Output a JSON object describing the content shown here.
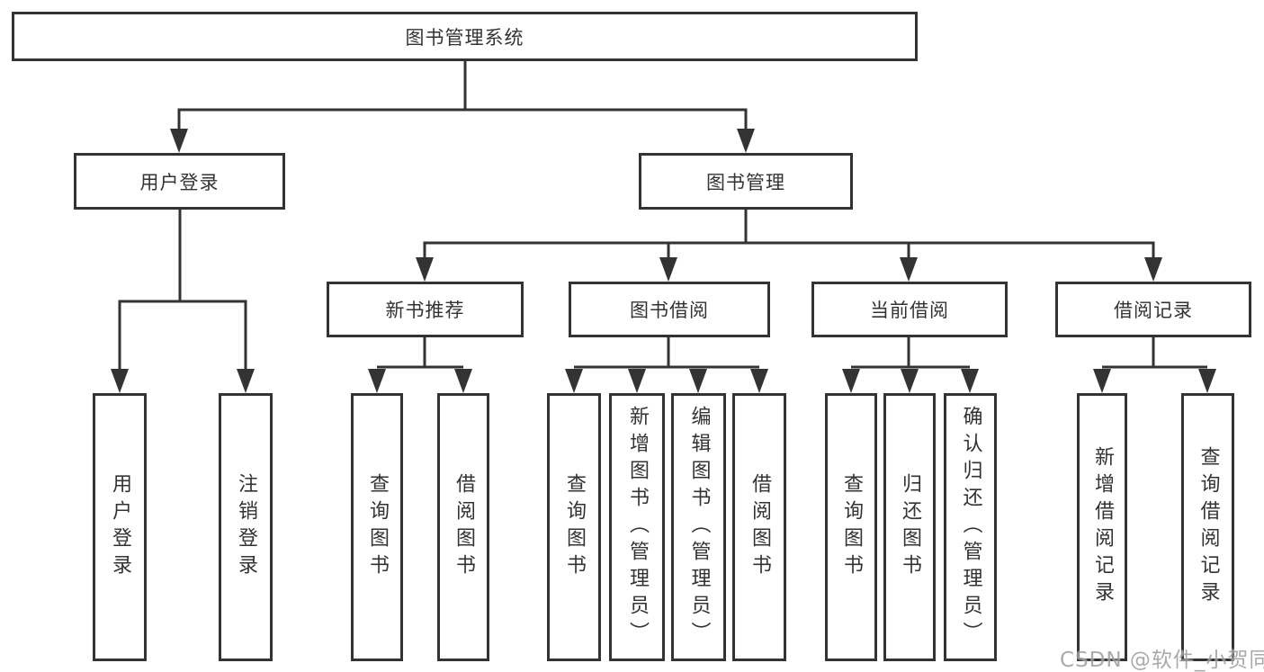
{
  "nodes": {
    "root": {
      "label": "图书管理系统"
    },
    "level2": [
      {
        "label": "用户登录"
      },
      {
        "label": "图书管理"
      }
    ],
    "level3": [
      {
        "label": "新书推荐"
      },
      {
        "label": "图书借阅"
      },
      {
        "label": "当前借阅"
      },
      {
        "label": "借阅记录"
      }
    ],
    "leaves": [
      {
        "label": "用户登录"
      },
      {
        "label": "注销登录"
      },
      {
        "label": "查询图书"
      },
      {
        "label": "借阅图书"
      },
      {
        "label": "查询图书"
      },
      {
        "label": "新增图书（管理员）"
      },
      {
        "label": "编辑图书（管理员）"
      },
      {
        "label": "借阅图书"
      },
      {
        "label": "查询图书"
      },
      {
        "label": "归还图书"
      },
      {
        "label": "确认归还（管理员）"
      },
      {
        "label": "新增借阅记录"
      },
      {
        "label": "查询借阅记录"
      }
    ]
  },
  "watermark": {
    "text": "CSDN @软件_小贺同学"
  },
  "colors": {
    "line": "#333333",
    "box_border": "#333333",
    "box_background": "#ffffff",
    "text": "#333333",
    "watermark": "#9f9f9f"
  }
}
